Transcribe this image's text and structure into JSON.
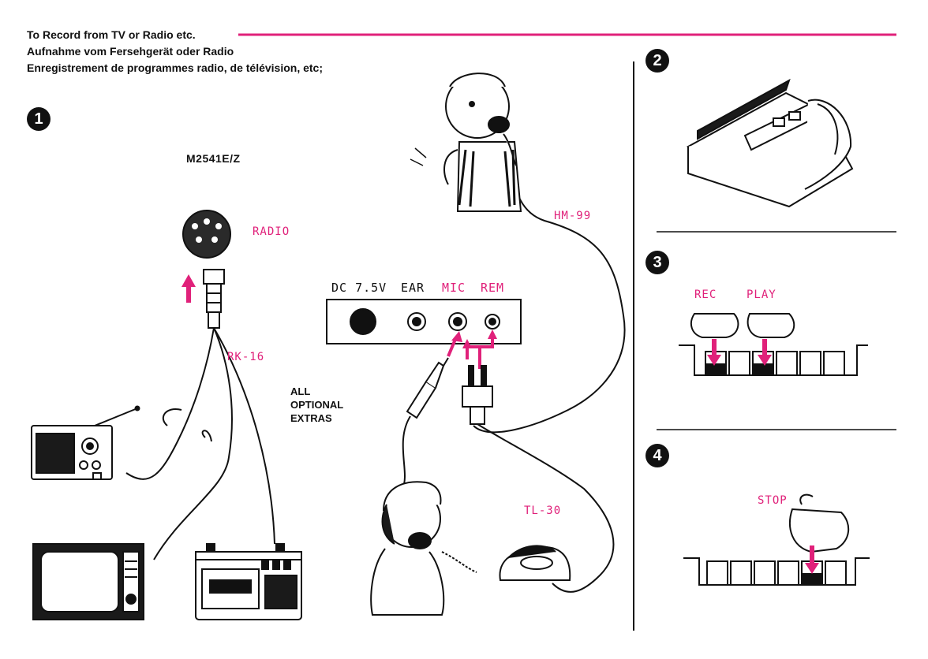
{
  "header": {
    "line1": "To Record from TV or Radio etc.",
    "line2": "Aufnahme vom Fersehgerät oder Radio",
    "line3": "Enregistrement de programmes radio, de télévision, etc;"
  },
  "steps": [
    "1",
    "2",
    "3",
    "4"
  ],
  "model": "M2541E/Z",
  "labels": {
    "radio": "RADIO",
    "rk16": "RK-16",
    "hm99": "HM-99",
    "tl30": "TL-30",
    "extras": [
      "ALL",
      "OPTIONAL",
      "EXTRAS"
    ]
  },
  "jacks": {
    "dc": "DC 7.5V",
    "ear": "EAR",
    "mic": "MIC",
    "rem": "REM"
  },
  "buttons": {
    "rec": "REC",
    "play": "PLAY",
    "stop": "STOP"
  },
  "colors": {
    "accent": "#e0217a",
    "ink": "#111111"
  }
}
